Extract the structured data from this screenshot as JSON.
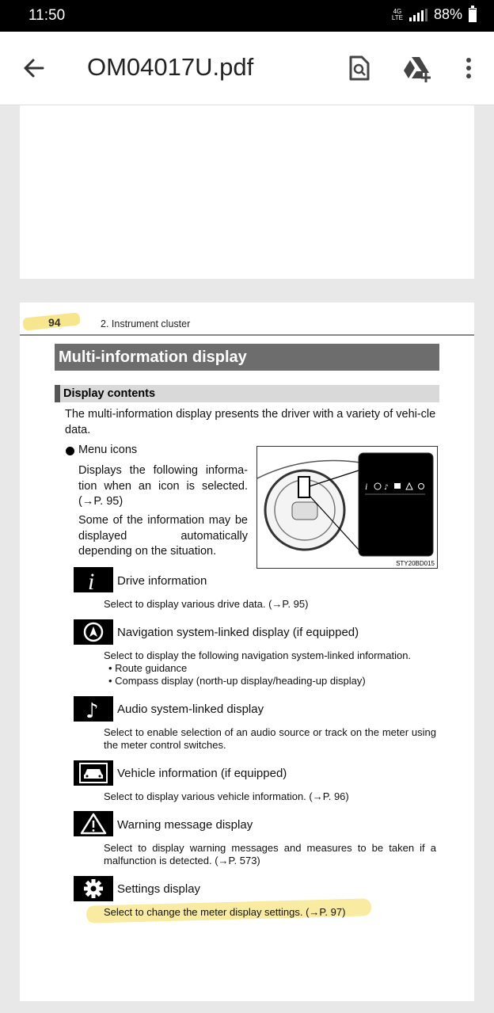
{
  "status_bar": {
    "time": "11:50",
    "network": "4G LTE",
    "battery": "88%"
  },
  "app_bar": {
    "title": "OM04017U.pdf"
  },
  "page": {
    "number": "94",
    "chapter": "2. Instrument cluster",
    "section_title": "Multi-information display",
    "subsection_title": "Display contents",
    "intro": "The multi-information display presents the driver with a variety of vehi-cle data.",
    "menu_icons_title": "Menu icons",
    "menu_icons_desc1": "Displays the following informa-tion when an icon is selected. (→P. 95)",
    "menu_icons_desc2": "Some of the information may be displayed automatically depending on the situation.",
    "figure_code": "STY20BD015",
    "items": [
      {
        "icon": "info-icon",
        "label": "Drive information",
        "desc": "Select to display various drive data. (→P. 95)"
      },
      {
        "icon": "navigation-icon",
        "label": "Navigation system-linked display (if equipped)",
        "desc": "Select to display the following navigation system-linked information.",
        "bullets": [
          "Route guidance",
          "Compass display (north-up display/heading-up display)"
        ]
      },
      {
        "icon": "music-note-icon",
        "label": "Audio system-linked display",
        "desc": "Select to enable selection of an audio source or track on the meter using the meter control switches."
      },
      {
        "icon": "vehicle-icon",
        "label": "Vehicle information (if equipped)",
        "desc": "Select to display various vehicle information. (→P. 96)"
      },
      {
        "icon": "warning-icon",
        "label": "Warning message display",
        "desc": "Select to display warning messages and measures to be taken if a malfunction is detected. (→P. 573)"
      },
      {
        "icon": "gear-icon",
        "label": "Settings display",
        "desc": "Select to change the meter display settings. (→P. 97)"
      }
    ]
  },
  "colors": {
    "highlight": "#f7e27a",
    "section_bg": "#6d6d6d",
    "subhead_bg": "#d9d9d9"
  }
}
